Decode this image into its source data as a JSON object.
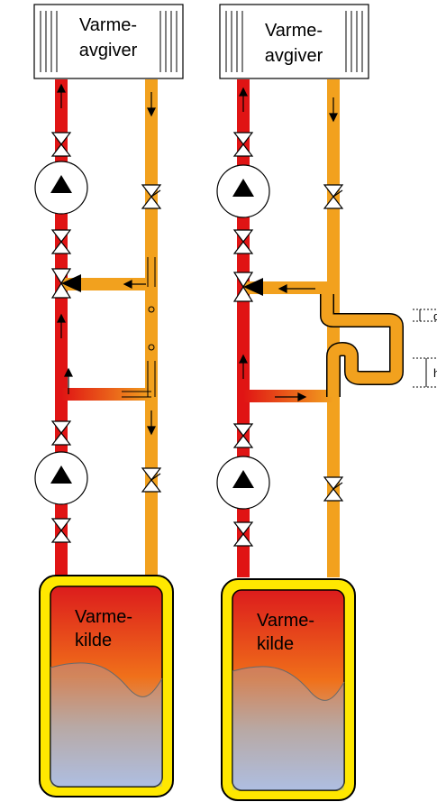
{
  "left_system": {
    "emitter_line1": "Varme-",
    "emitter_line2": "avgiver",
    "source_line1": "Varme-",
    "source_line2": "kilde"
  },
  "right_system": {
    "emitter_line1": "Varme-",
    "emitter_line2": "avgiver",
    "source_line1": "Varme-",
    "source_line2": "kilde"
  },
  "dimension_labels": {
    "upper": "d",
    "lower": "h"
  },
  "colors": {
    "hot_pipe": "#e01414",
    "return_pipe": "#f2a11e",
    "boiler_shell": "#ffe800",
    "boiler_liquid_bottom": "#b9c7e8"
  }
}
